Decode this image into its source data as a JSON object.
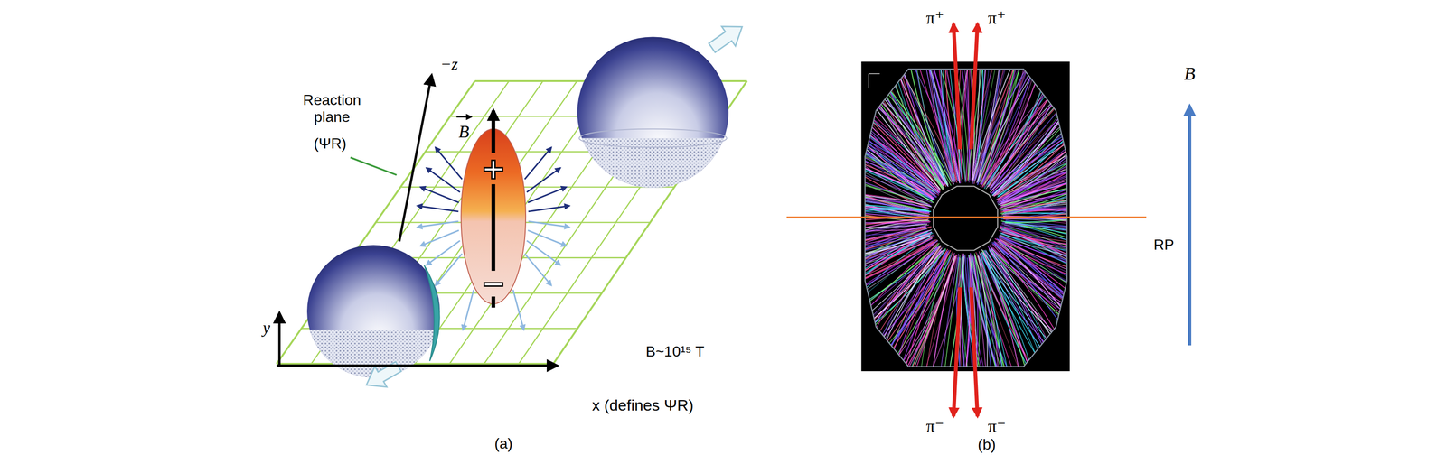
{
  "diagram": {
    "labels": [
      "−z",
      "Reaction plane",
      "(ΨR)",
      "B",
      "+",
      "−",
      "y",
      "B~10¹⁵ T",
      "x (defines ΨR)",
      "(a)",
      "π⁺",
      "π⁺",
      "π⁻",
      "π⁻",
      "B",
      "RP",
      "(b)"
    ]
  }
}
